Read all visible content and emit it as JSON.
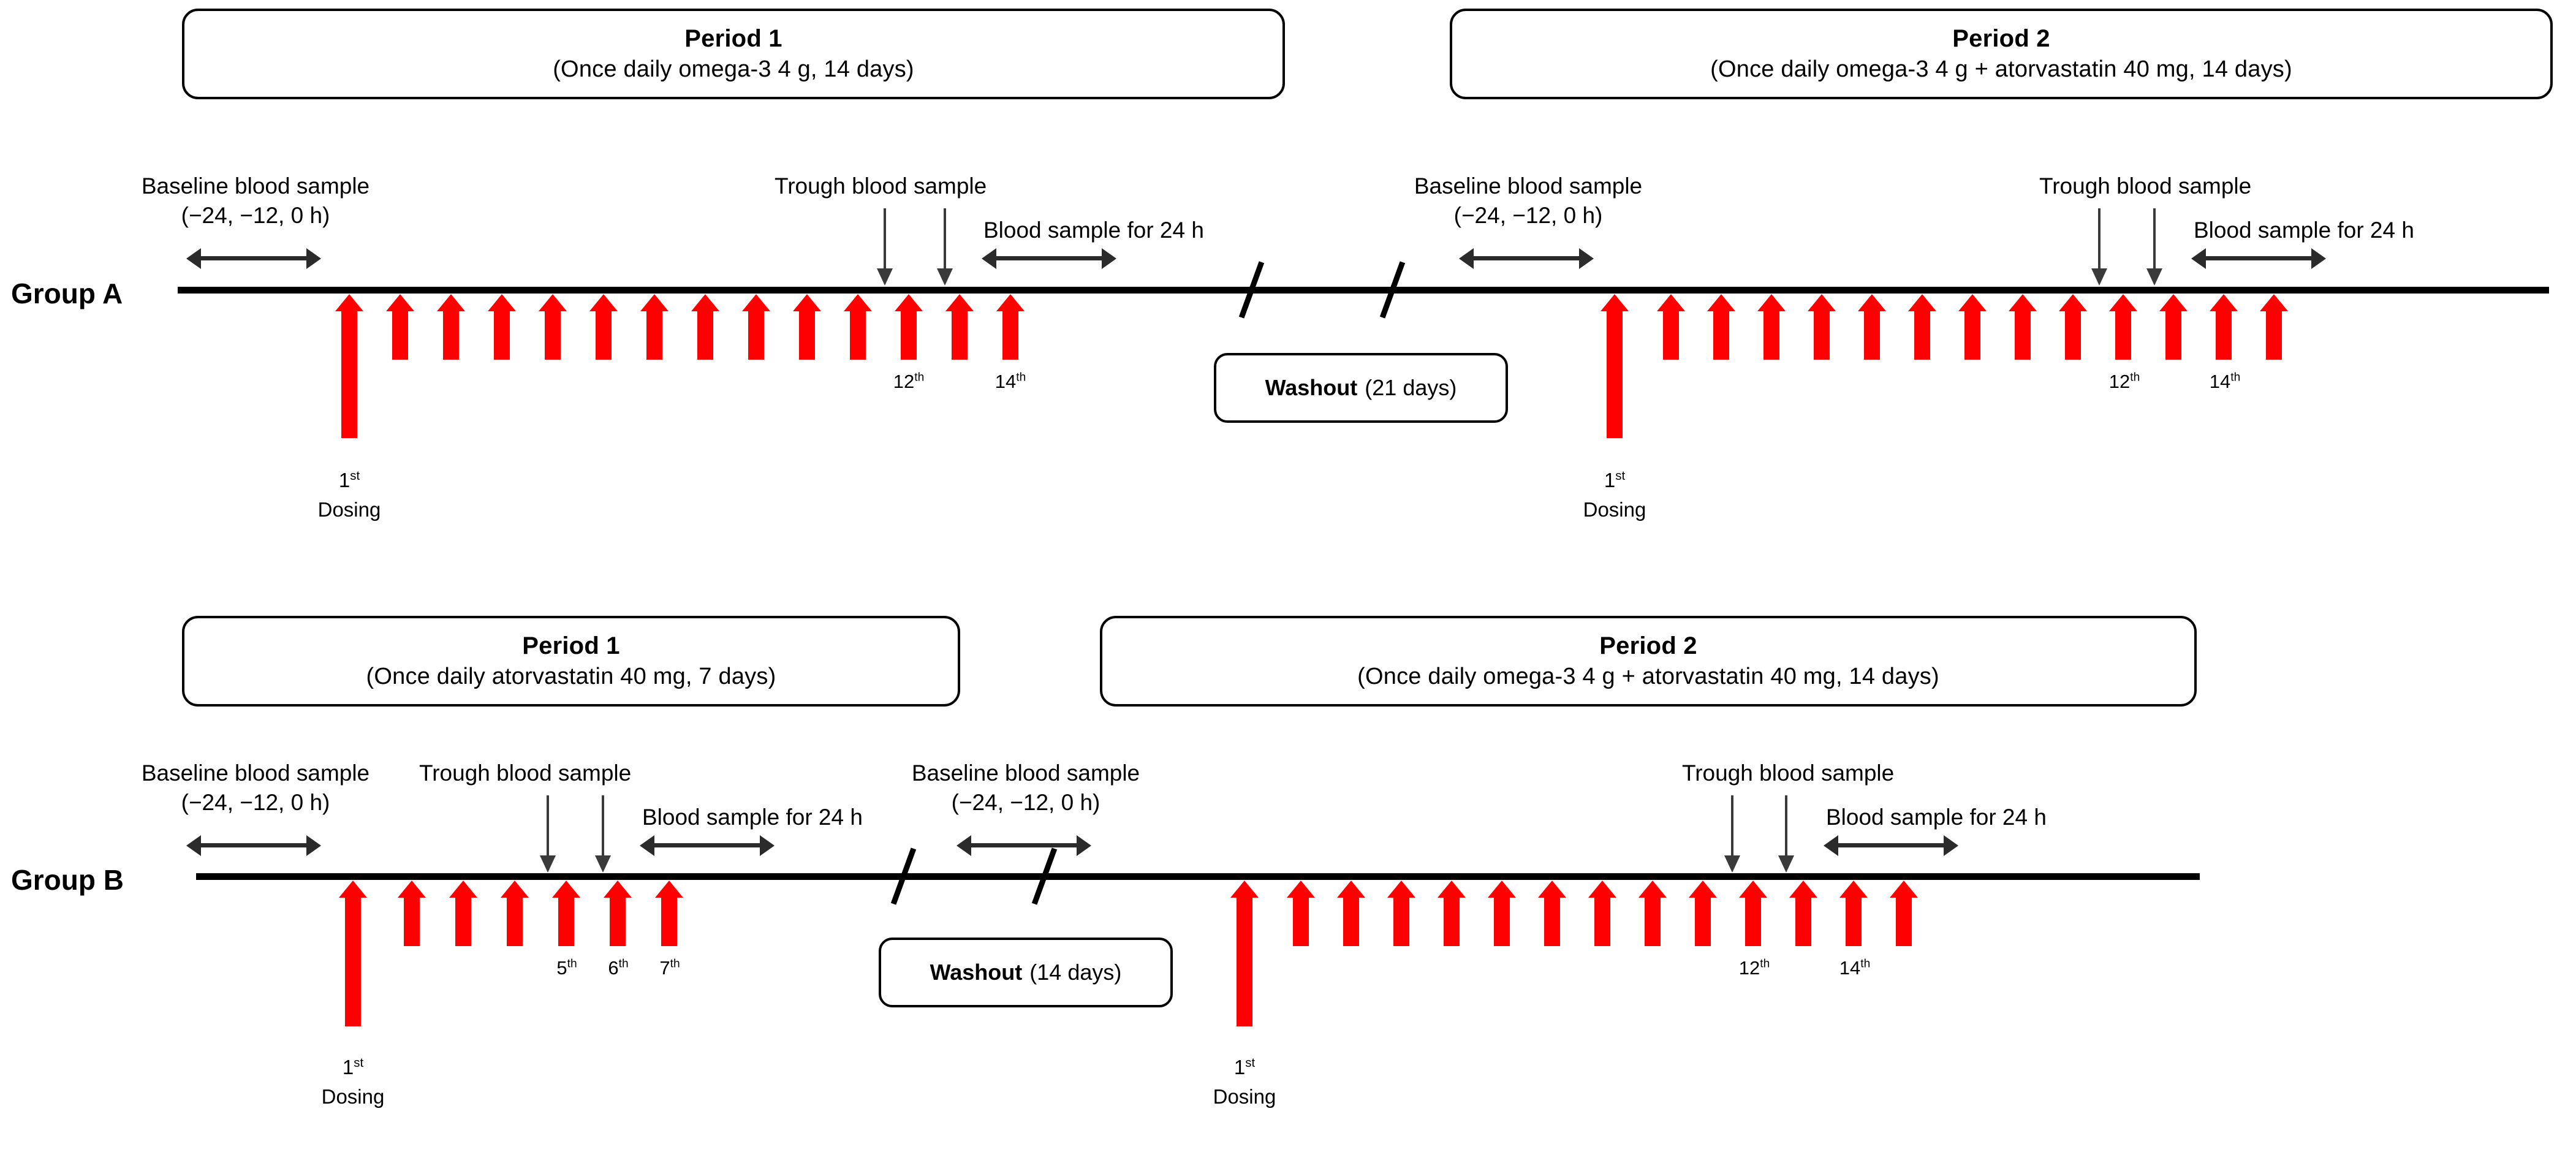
{
  "figure": {
    "type": "clinical-trial-study-design-timeline",
    "groups": [
      {
        "id": "group-a",
        "label": "Group A",
        "periods": [
          {
            "id": "a-period-1",
            "title": "Period 1",
            "subtitle": "(Once daily omega-3 4 g, 14 days)",
            "doses": 14,
            "ordinal_labels": [
              "12th",
              "14th"
            ],
            "dosing_caption_ordinal": "1st",
            "dosing_caption_word": "Dosing"
          },
          {
            "id": "a-period-2",
            "title": "Period 2",
            "subtitle": "(Once daily omega-3 4 g + atorvastatin 40 mg, 14 days)",
            "doses": 14,
            "ordinal_labels": [
              "12th",
              "14th"
            ],
            "dosing_caption_ordinal": "1st",
            "dosing_caption_word": "Dosing"
          }
        ],
        "washout": {
          "strong": "Washout",
          "soft": "(21 days)"
        },
        "annotations": {
          "baseline_line1": "Baseline blood sample",
          "baseline_line2": "(−24, −12, 0 h)",
          "trough": "Trough blood sample",
          "blood24": "Blood sample for 24 h"
        }
      },
      {
        "id": "group-b",
        "label": "Group B",
        "periods": [
          {
            "id": "b-period-1",
            "title": "Period 1",
            "subtitle": "(Once daily atorvastatin 40 mg, 7 days)",
            "doses": 7,
            "ordinal_labels": [
              "5th",
              "6th",
              "7th"
            ],
            "dosing_caption_ordinal": "1st",
            "dosing_caption_word": "Dosing"
          },
          {
            "id": "b-period-2",
            "title": "Period 2",
            "subtitle": "(Once daily omega-3 4 g + atorvastatin 40 mg, 14 days)",
            "doses": 14,
            "ordinal_labels": [
              "12th",
              "14th"
            ],
            "dosing_caption_ordinal": "1st",
            "dosing_caption_word": "Dosing"
          }
        ],
        "washout": {
          "strong": "Washout",
          "soft": "(14 days)"
        },
        "annotations": {
          "baseline_line1": "Baseline blood sample",
          "baseline_line2": "(−24, −12, 0 h)",
          "trough": "Trough blood sample",
          "blood24": "Blood sample for 24 h"
        }
      }
    ],
    "colors": {
      "dose_arrow": "#FF0000",
      "timeline": "#000000",
      "annotation_arrow": "#2b2b2b",
      "text": "#000000",
      "background": "#FFFFFF"
    }
  }
}
